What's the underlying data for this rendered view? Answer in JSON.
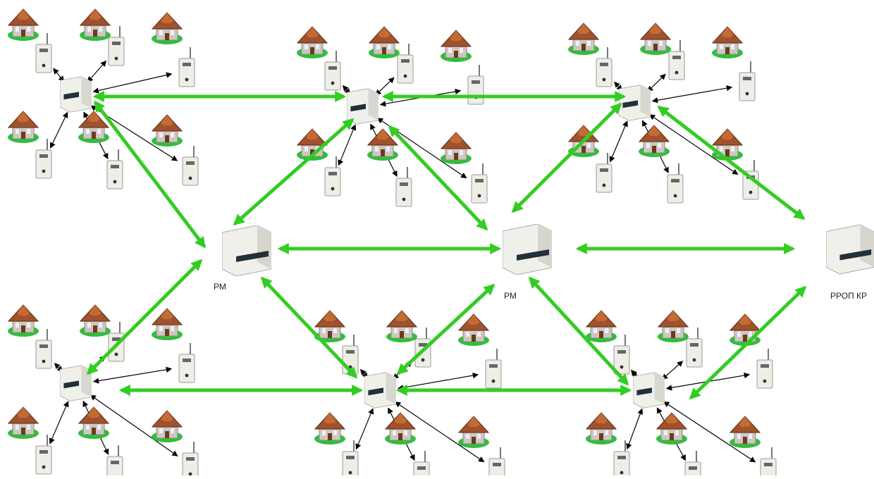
{
  "labels": {
    "rm_left": "РМ",
    "rm_center": "РМ",
    "rrop": "РРОП КР"
  },
  "colors": {
    "link": "#33cc22",
    "local_link": "#000000",
    "roof": "#a0522d",
    "grass": "#2fbf3a",
    "device_body": "#eeeee6",
    "device_screen": "#22303a"
  }
}
